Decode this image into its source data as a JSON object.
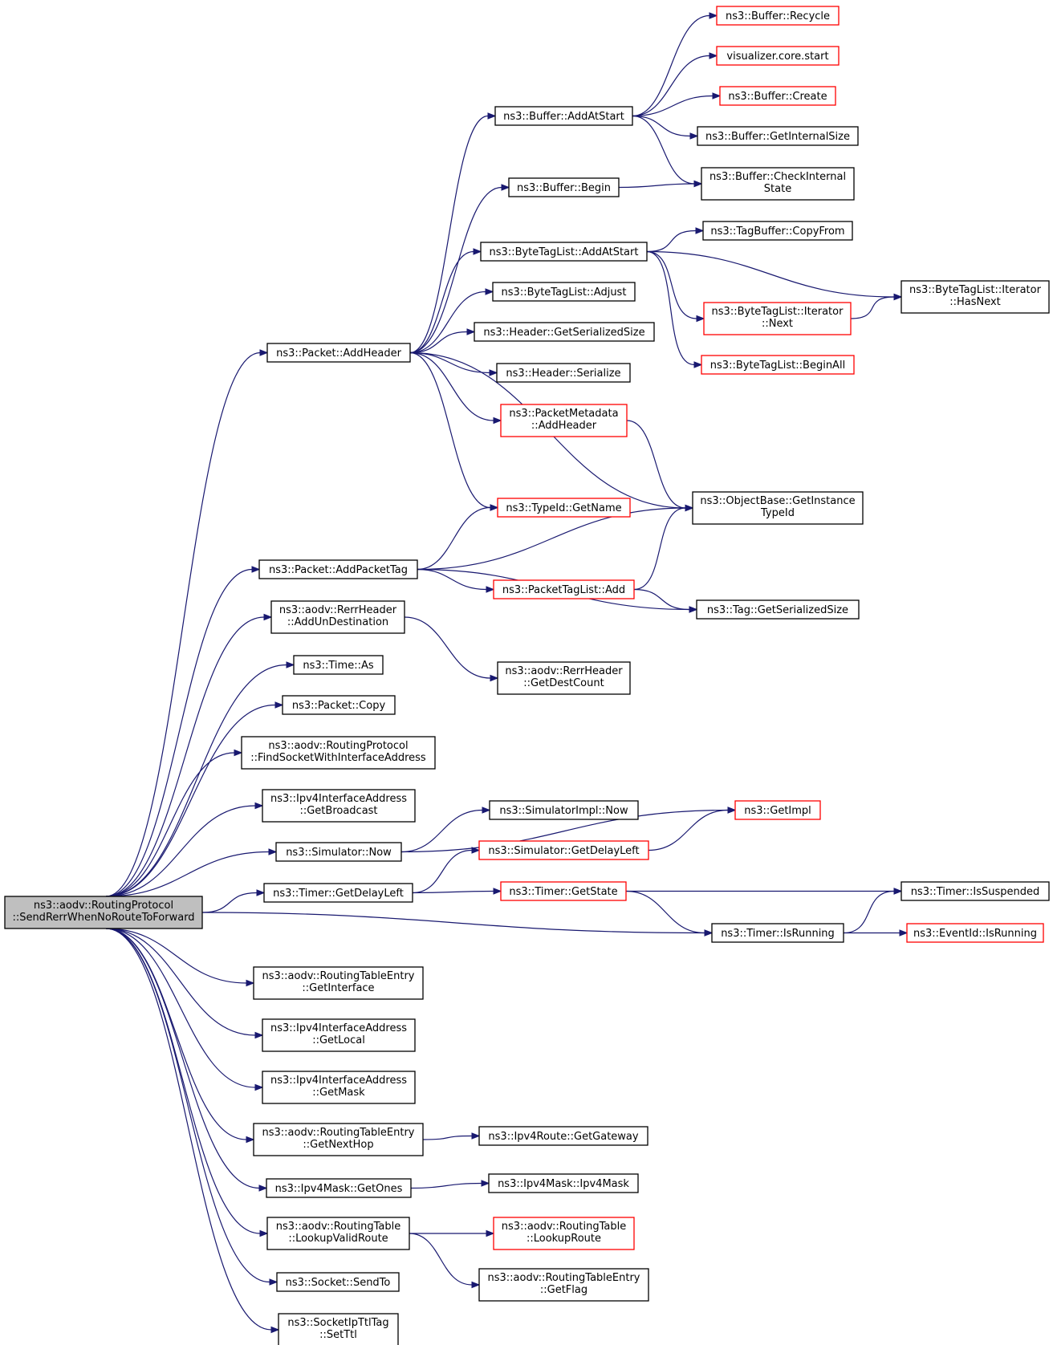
{
  "diagram": {
    "root": {
      "id": "root",
      "lines": [
        "ns3::aodv::RoutingProtocol",
        "::SendRerrWhenNoRouteToForward"
      ]
    },
    "nodes": [
      {
        "id": "packet_addheader",
        "lines": [
          "ns3::Packet::AddHeader"
        ]
      },
      {
        "id": "packet_addpackettag",
        "lines": [
          "ns3::Packet::AddPacketTag"
        ]
      },
      {
        "id": "rerr_addun",
        "lines": [
          "ns3::aodv::RerrHeader",
          "::AddUnDestination"
        ]
      },
      {
        "id": "time_as",
        "lines": [
          "ns3::Time::As"
        ]
      },
      {
        "id": "packet_copy",
        "lines": [
          "ns3::Packet::Copy"
        ]
      },
      {
        "id": "rp_findsocket",
        "lines": [
          "ns3::aodv::RoutingProtocol",
          "::FindSocketWithInterfaceAddress"
        ]
      },
      {
        "id": "ipv4ia_broadcast",
        "lines": [
          "ns3::Ipv4InterfaceAddress",
          "::GetBroadcast"
        ]
      },
      {
        "id": "sim_now",
        "lines": [
          "ns3::Simulator::Now"
        ]
      },
      {
        "id": "timer_delayleft",
        "lines": [
          "ns3::Timer::GetDelayLeft"
        ]
      },
      {
        "id": "rte_getinterface",
        "lines": [
          "ns3::aodv::RoutingTableEntry",
          "::GetInterface"
        ]
      },
      {
        "id": "ipv4ia_local",
        "lines": [
          "ns3::Ipv4InterfaceAddress",
          "::GetLocal"
        ]
      },
      {
        "id": "ipv4ia_mask",
        "lines": [
          "ns3::Ipv4InterfaceAddress",
          "::GetMask"
        ]
      },
      {
        "id": "rte_nexthop",
        "lines": [
          "ns3::aodv::RoutingTableEntry",
          "::GetNextHop"
        ]
      },
      {
        "id": "ipv4mask_ones",
        "lines": [
          "ns3::Ipv4Mask::GetOnes"
        ]
      },
      {
        "id": "rt_lookupvalid",
        "lines": [
          "ns3::aodv::RoutingTable",
          "::LookupValidRoute"
        ]
      },
      {
        "id": "socket_sendto",
        "lines": [
          "ns3::Socket::SendTo"
        ]
      },
      {
        "id": "socketipttl_setttl",
        "lines": [
          "ns3::SocketIpTtlTag",
          "::SetTtl"
        ]
      },
      {
        "id": "buf_addatstart",
        "lines": [
          "ns3::Buffer::AddAtStart"
        ]
      },
      {
        "id": "buf_begin",
        "lines": [
          "ns3::Buffer::Begin"
        ]
      },
      {
        "id": "btl_addatstart",
        "lines": [
          "ns3::ByteTagList::AddAtStart"
        ]
      },
      {
        "id": "btl_adjust",
        "lines": [
          "ns3::ByteTagList::Adjust"
        ]
      },
      {
        "id": "hdr_getsersize",
        "lines": [
          "ns3::Header::GetSerializedSize"
        ]
      },
      {
        "id": "hdr_serialize",
        "lines": [
          "ns3::Header::Serialize"
        ]
      },
      {
        "id": "pm_addheader",
        "lines": [
          "ns3::PacketMetadata",
          "::AddHeader"
        ],
        "red": true
      },
      {
        "id": "typeid_getname",
        "lines": [
          "ns3::TypeId::GetName"
        ],
        "red": true
      },
      {
        "id": "ptl_add",
        "lines": [
          "ns3::PacketTagList::Add"
        ],
        "red": true
      },
      {
        "id": "rerr_getdestcount",
        "lines": [
          "ns3::aodv::RerrHeader",
          "::GetDestCount"
        ]
      },
      {
        "id": "simimpl_now",
        "lines": [
          "ns3::SimulatorImpl::Now"
        ]
      },
      {
        "id": "sim_getdelayleft",
        "lines": [
          "ns3::Simulator::GetDelayLeft"
        ],
        "red": true
      },
      {
        "id": "timer_getstate",
        "lines": [
          "ns3::Timer::GetState"
        ],
        "red": true
      },
      {
        "id": "ipv4route_gateway",
        "lines": [
          "ns3::Ipv4Route::GetGateway"
        ]
      },
      {
        "id": "ipv4mask_ctor",
        "lines": [
          "ns3::Ipv4Mask::Ipv4Mask"
        ]
      },
      {
        "id": "rt_lookuproute",
        "lines": [
          "ns3::aodv::RoutingTable",
          "::LookupRoute"
        ],
        "red": true
      },
      {
        "id": "rte_getflag",
        "lines": [
          "ns3::aodv::RoutingTableEntry",
          "::GetFlag"
        ]
      },
      {
        "id": "buf_recycle",
        "lines": [
          "ns3::Buffer::Recycle"
        ],
        "red": true
      },
      {
        "id": "vis_start",
        "lines": [
          "visualizer.core.start"
        ],
        "red": true
      },
      {
        "id": "buf_create",
        "lines": [
          "ns3::Buffer::Create"
        ],
        "red": true
      },
      {
        "id": "buf_internalsize",
        "lines": [
          "ns3::Buffer::GetInternalSize"
        ]
      },
      {
        "id": "buf_checkinternal",
        "lines": [
          "ns3::Buffer::CheckInternal",
          "State"
        ]
      },
      {
        "id": "tagbuf_copyfrom",
        "lines": [
          "ns3::TagBuffer::CopyFrom"
        ]
      },
      {
        "id": "btl_iter_next",
        "lines": [
          "ns3::ByteTagList::Iterator",
          "::Next"
        ],
        "red": true
      },
      {
        "id": "btl_beginall",
        "lines": [
          "ns3::ByteTagList::BeginAll"
        ],
        "red": true
      },
      {
        "id": "objbase_getinst",
        "lines": [
          "ns3::ObjectBase::GetInstance",
          "TypeId"
        ]
      },
      {
        "id": "tag_getsersize",
        "lines": [
          "ns3::Tag::GetSerializedSize"
        ]
      },
      {
        "id": "getimpl",
        "lines": [
          "ns3::GetImpl"
        ],
        "red": true
      },
      {
        "id": "timer_isrunning",
        "lines": [
          "ns3::Timer::IsRunning"
        ]
      },
      {
        "id": "btl_iter_hasnext",
        "lines": [
          "ns3::ByteTagList::Iterator",
          "::HasNext"
        ]
      },
      {
        "id": "timer_issuspended",
        "lines": [
          "ns3::Timer::IsSuspended"
        ]
      },
      {
        "id": "eventid_isrunning",
        "lines": [
          "ns3::EventId::IsRunning"
        ],
        "red": true
      }
    ],
    "edges": [
      [
        "root",
        "packet_addheader"
      ],
      [
        "root",
        "packet_addpackettag"
      ],
      [
        "root",
        "rerr_addun"
      ],
      [
        "root",
        "time_as"
      ],
      [
        "root",
        "packet_copy"
      ],
      [
        "root",
        "rp_findsocket"
      ],
      [
        "root",
        "ipv4ia_broadcast"
      ],
      [
        "root",
        "sim_now"
      ],
      [
        "root",
        "timer_delayleft"
      ],
      [
        "root",
        "timer_isrunning"
      ],
      [
        "root",
        "rte_getinterface"
      ],
      [
        "root",
        "ipv4ia_local"
      ],
      [
        "root",
        "ipv4ia_mask"
      ],
      [
        "root",
        "rte_nexthop"
      ],
      [
        "root",
        "ipv4mask_ones"
      ],
      [
        "root",
        "rt_lookupvalid"
      ],
      [
        "root",
        "socket_sendto"
      ],
      [
        "root",
        "socketipttl_setttl"
      ],
      [
        "packet_addheader",
        "buf_addatstart"
      ],
      [
        "packet_addheader",
        "buf_begin"
      ],
      [
        "packet_addheader",
        "btl_addatstart"
      ],
      [
        "packet_addheader",
        "btl_adjust"
      ],
      [
        "packet_addheader",
        "hdr_getsersize"
      ],
      [
        "packet_addheader",
        "hdr_serialize"
      ],
      [
        "packet_addheader",
        "pm_addheader"
      ],
      [
        "packet_addheader",
        "typeid_getname"
      ],
      [
        "packet_addheader",
        "objbase_getinst"
      ],
      [
        "buf_addatstart",
        "buf_recycle"
      ],
      [
        "buf_addatstart",
        "vis_start"
      ],
      [
        "buf_addatstart",
        "buf_create"
      ],
      [
        "buf_addatstart",
        "buf_internalsize"
      ],
      [
        "buf_addatstart",
        "buf_checkinternal"
      ],
      [
        "buf_begin",
        "buf_checkinternal"
      ],
      [
        "btl_addatstart",
        "tagbuf_copyfrom"
      ],
      [
        "btl_addatstart",
        "btl_iter_hasnext"
      ],
      [
        "btl_addatstart",
        "btl_iter_next"
      ],
      [
        "btl_addatstart",
        "btl_beginall"
      ],
      [
        "btl_iter_next",
        "btl_iter_hasnext"
      ],
      [
        "pm_addheader",
        "objbase_getinst"
      ],
      [
        "packet_addpackettag",
        "typeid_getname"
      ],
      [
        "packet_addpackettag",
        "objbase_getinst"
      ],
      [
        "packet_addpackettag",
        "ptl_add"
      ],
      [
        "packet_addpackettag",
        "tag_getsersize"
      ],
      [
        "ptl_add",
        "objbase_getinst"
      ],
      [
        "ptl_add",
        "tag_getsersize"
      ],
      [
        "rerr_addun",
        "rerr_getdestcount"
      ],
      [
        "sim_now",
        "getimpl"
      ],
      [
        "sim_now",
        "simimpl_now"
      ],
      [
        "sim_getdelayleft",
        "getimpl"
      ],
      [
        "timer_delayleft",
        "sim_getdelayleft"
      ],
      [
        "timer_delayleft",
        "timer_getstate"
      ],
      [
        "timer_getstate",
        "timer_issuspended"
      ],
      [
        "timer_getstate",
        "timer_isrunning"
      ],
      [
        "timer_isrunning",
        "timer_issuspended"
      ],
      [
        "timer_isrunning",
        "eventid_isrunning"
      ],
      [
        "rte_nexthop",
        "ipv4route_gateway"
      ],
      [
        "ipv4mask_ones",
        "ipv4mask_ctor"
      ],
      [
        "rt_lookupvalid",
        "rt_lookuproute"
      ],
      [
        "rt_lookupvalid",
        "rte_getflag"
      ]
    ]
  }
}
